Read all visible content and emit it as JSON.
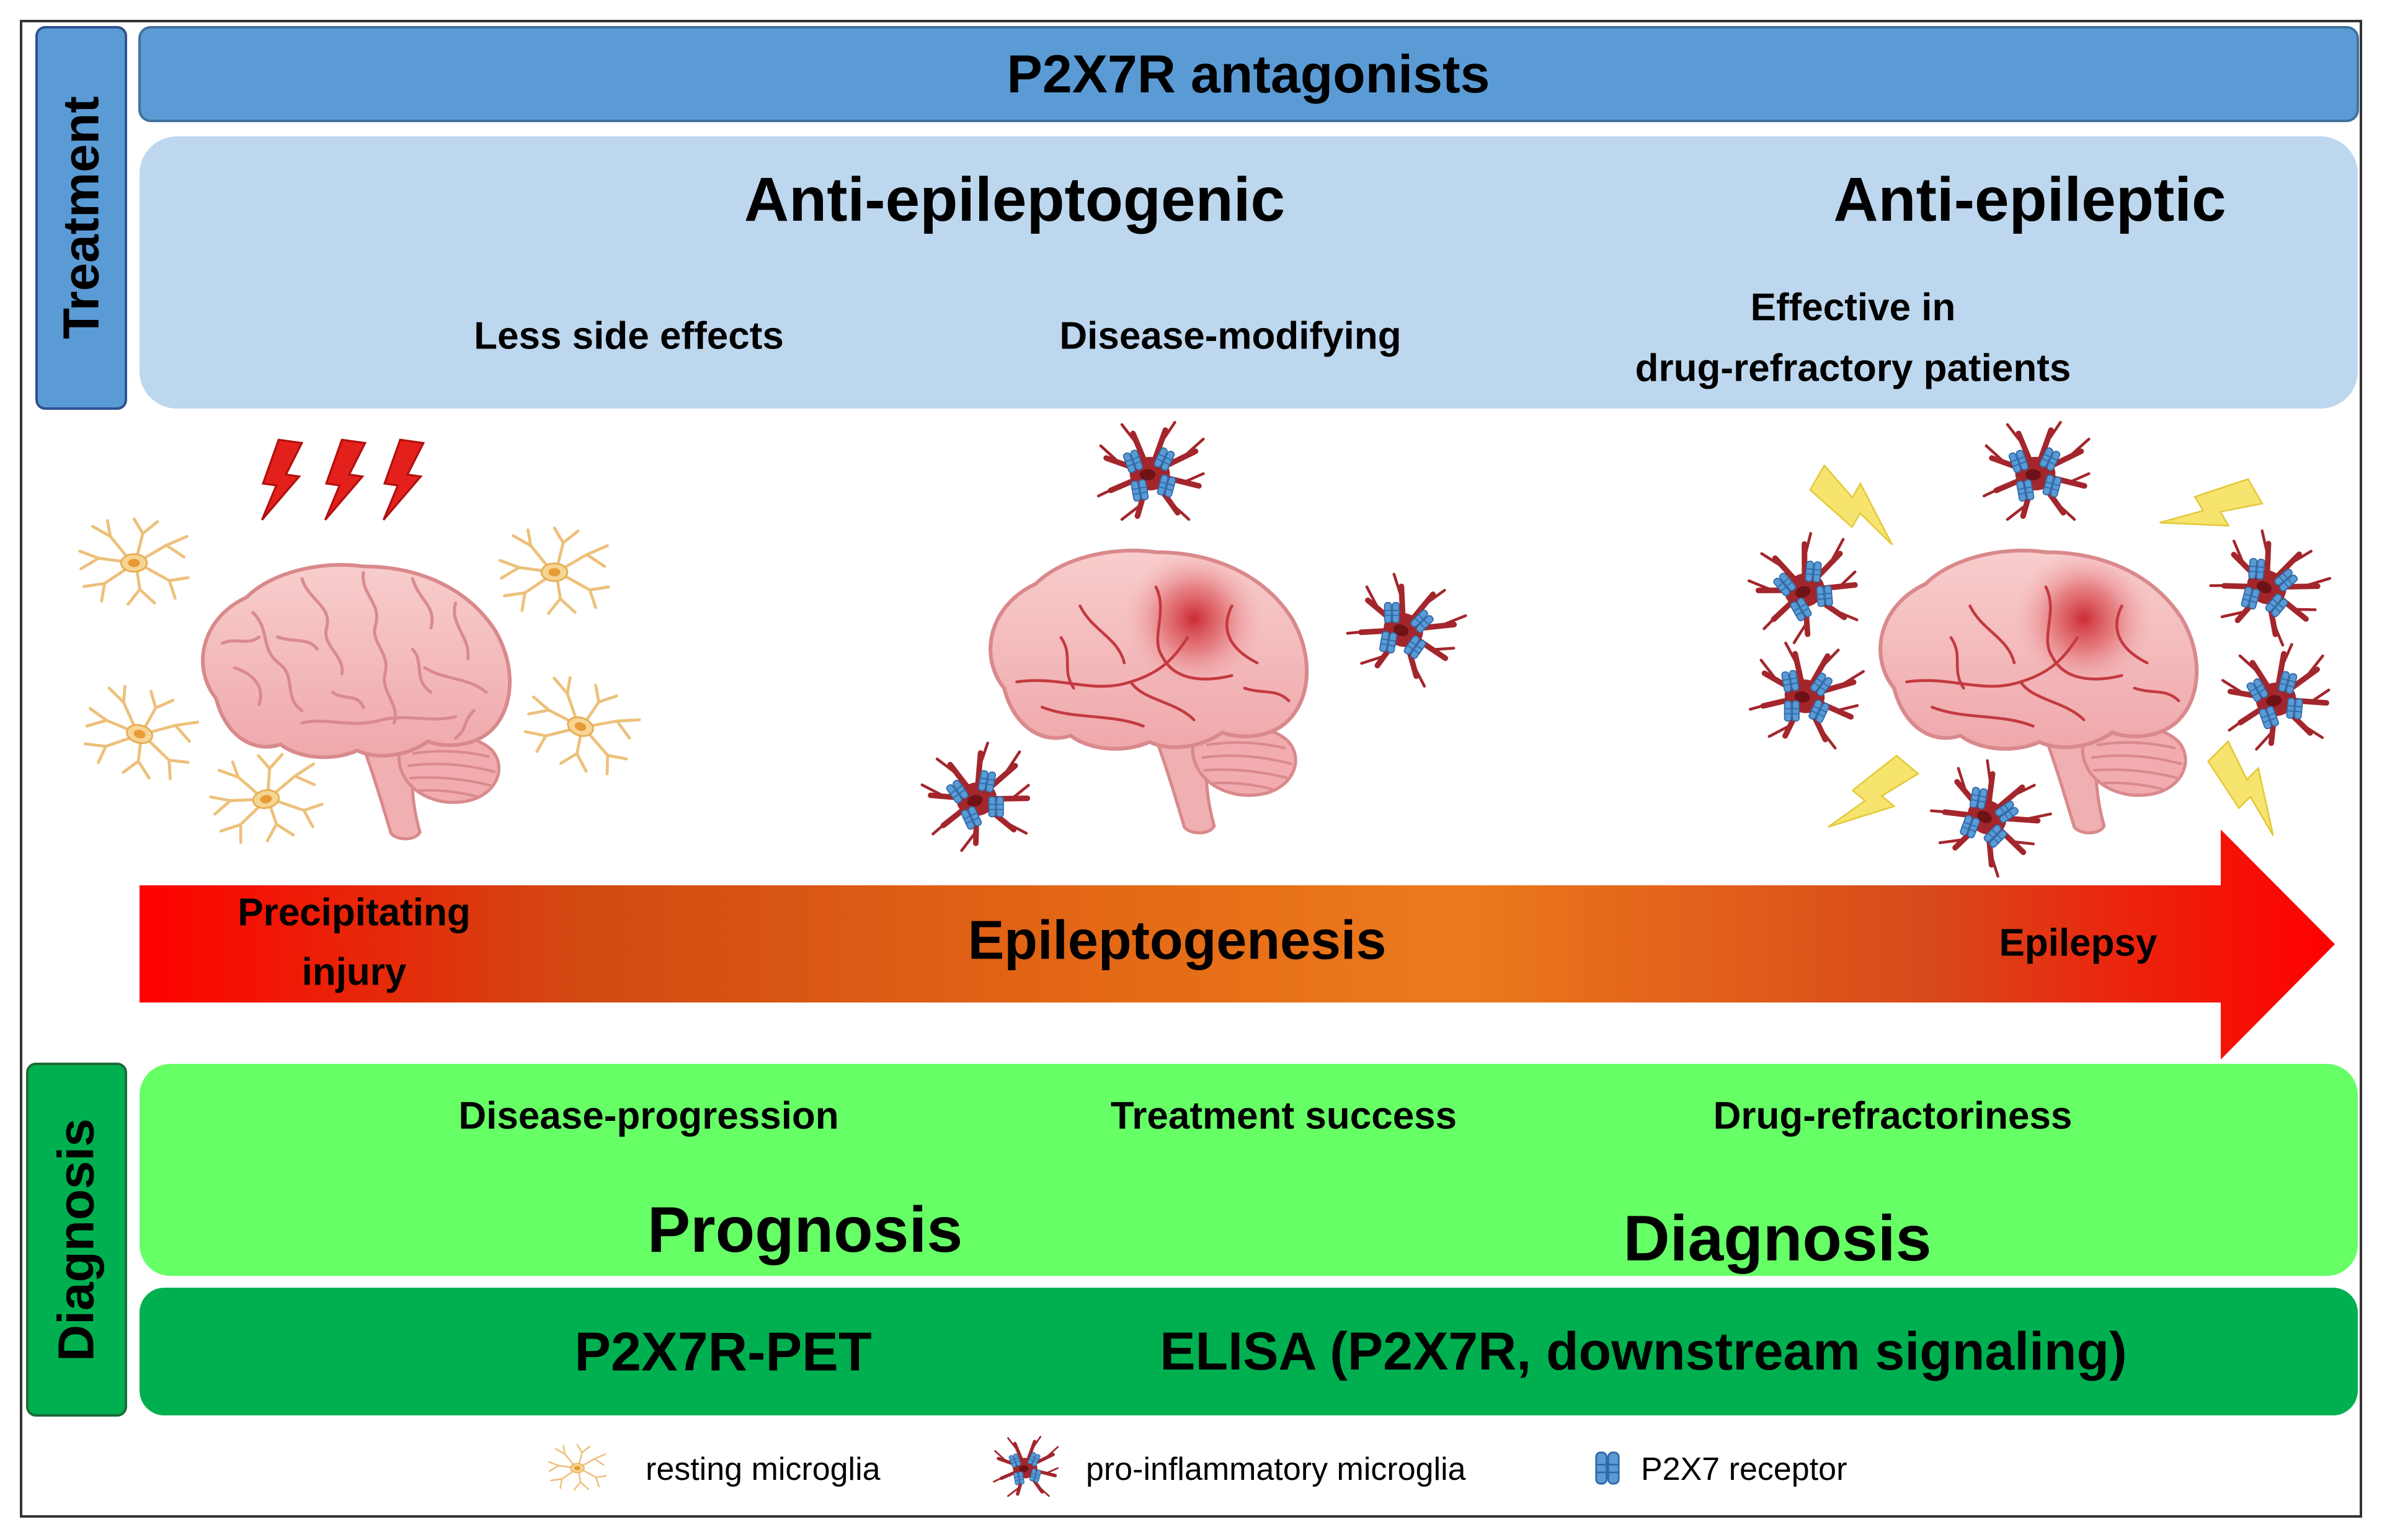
{
  "treatment": {
    "side_label": "Treatment",
    "banner": "P2X7R antagonists",
    "heading_left": "Anti-epileptogenic",
    "heading_right": "Anti-epileptic",
    "benefit_1": "Less side effects",
    "benefit_2": "Disease-modifying",
    "benefit_3_line1": "Effective in",
    "benefit_3_line2": "drug-refractory patients"
  },
  "timeline": {
    "start_line1": "Precipitating",
    "start_line2": "injury",
    "middle": "Epileptogenesis",
    "end": "Epilepsy"
  },
  "diagnosis": {
    "side_label": "Diagnosis",
    "marker_1": "Disease-progression",
    "marker_2": "Treatment success",
    "marker_3": "Drug-refractoriness",
    "heading_left": "Prognosis",
    "heading_right": "Diagnosis",
    "method_1": "P2X7R-PET",
    "method_2": "ELISA (P2X7R, downstream signaling)"
  },
  "legend": [
    {
      "icon": "resting-microglia-icon",
      "label": "resting microglia"
    },
    {
      "icon": "pro-inflammatory-microglia-icon",
      "label": "pro-inflammatory microglia"
    },
    {
      "icon": "p2x7-receptor-icon",
      "label": "P2X7 receptor"
    }
  ],
  "icons": {
    "injury": "red-lightning-icon",
    "seizure": "yellow-lightning-icon",
    "healthy_brain": "healthy-brain-icon",
    "inflamed_brain": "inflamed-brain-icon"
  },
  "colors": {
    "treatment_side": "#5B9BD5",
    "treatment_banner": "#5B9BD5",
    "treatment_panel": "#BDD7EE",
    "diagnosis_side": "#00B050",
    "diagnosis_panel": "#66FF66",
    "methods_panel": "#00B050",
    "arrow_start": "#FF0000",
    "arrow_mid": "#E56A16",
    "arrow_end": "#FF0000"
  }
}
